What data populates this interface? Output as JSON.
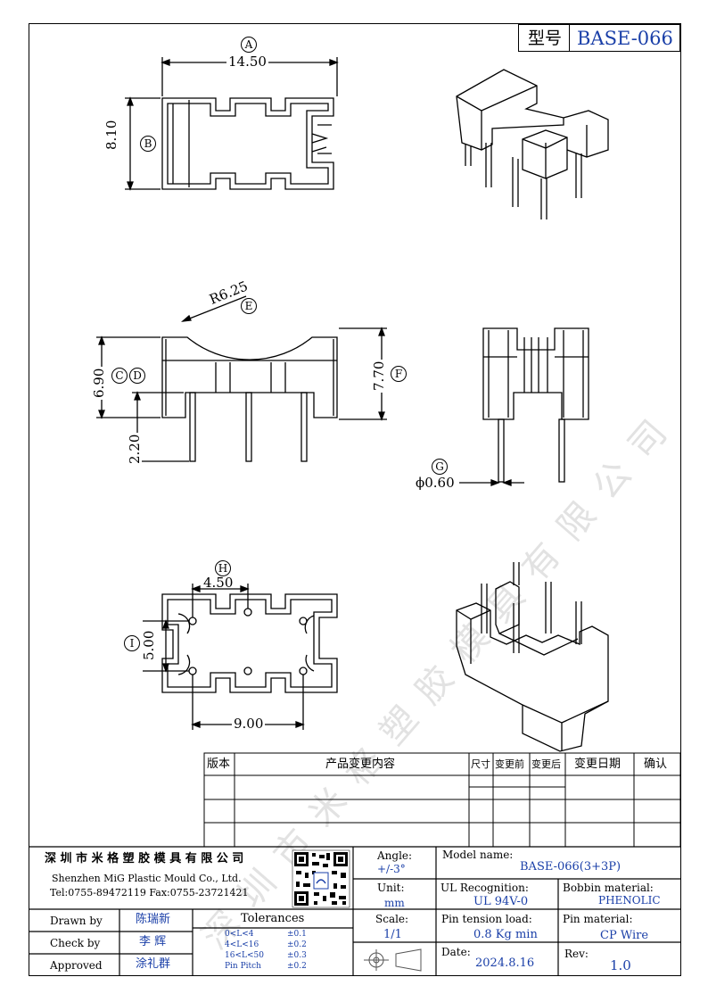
{
  "header": {
    "type_label": "型号",
    "model_code": "BASE-066"
  },
  "dims": {
    "a_circle": "A",
    "a_value": "14.50",
    "b_circle": "B",
    "b_value": "8.10",
    "r_value": "R6.25",
    "e_circle": "E",
    "c_value": "6.90",
    "c_circle": "C",
    "d_circle": "D",
    "pin_len": "2.20",
    "f_value": "7.70",
    "f_circle": "F",
    "g_circle": "G",
    "pin_dia": "ϕ0.60",
    "h_circle": "H",
    "h_value": "4.50",
    "i_circle": "I",
    "i_value": "5.00",
    "bottom_span": "9.00"
  },
  "watermark": "深 圳 市 米 格 塑 胶 模 具 有 限 公 司",
  "revision_table": {
    "headers": [
      "版本",
      "产品变更内容",
      "尺寸",
      "变更前",
      "变更后",
      "变更日期",
      "确认"
    ]
  },
  "company": {
    "name_cn": "深 圳 市 米 格 塑 胶 模 具 有 限 公 司",
    "name_en": "Shenzhen MiG Plastic Mould Co., Ltd.",
    "contact": "Tel:0755-89472119   Fax:0755-23721421"
  },
  "titleblock": {
    "angle_label": "Angle:",
    "angle_value": "+/-3°",
    "unit_label": "Unit:",
    "unit_value": "mm",
    "scale_label": "Scale:",
    "scale_value": "1/1",
    "model_label": "Model name:",
    "model_value": "BASE-066(3+3P)",
    "ul_label": "UL Recognition:",
    "ul_value": "UL 94V-0",
    "bobbin_label": "Bobbin material:",
    "bobbin_value": "PHENOLIC",
    "pin_tension_label": "Pin tension load:",
    "pin_tension_value": "0.8 Kg min",
    "pin_material_label": "Pin material:",
    "pin_material_value": "CP Wire",
    "date_label": "Date:",
    "date_value": "2024.8.16",
    "rev_label": "Rev:",
    "rev_value": "1.0",
    "drawn_label": "Drawn by",
    "drawn_value": "陈瑞新",
    "check_label": "Check by",
    "check_value": "李 辉",
    "approved_label": "Approved",
    "approved_value": "涂礼群",
    "tolerances_title": "Tolerances",
    "tolerances": [
      {
        "range": "0<L<4",
        "tol": "±0.1"
      },
      {
        "range": "4<L<16",
        "tol": "±0.2"
      },
      {
        "range": "16<L<50",
        "tol": "±0.3"
      },
      {
        "range": "Pin Pitch",
        "tol": "±0.2"
      }
    ]
  }
}
